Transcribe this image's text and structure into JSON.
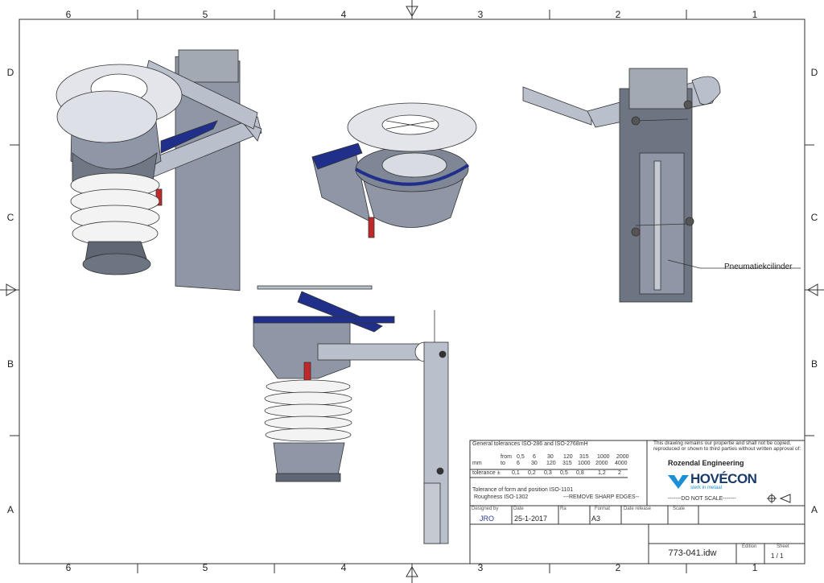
{
  "border": {
    "columns": [
      "6",
      "5",
      "4",
      "3",
      "2",
      "1"
    ],
    "rows": [
      "D",
      "C",
      "B",
      "A"
    ]
  },
  "callout": {
    "label": "Pneumatiekcilinder"
  },
  "tolerances": {
    "title": "General  tolerances ISO-286 and ISO-2768mH",
    "unit_label": "mm",
    "from_label": "from",
    "to_label": "to",
    "from": [
      "0,5",
      "6",
      "30",
      "120",
      "315",
      "1000",
      "2000"
    ],
    "to": [
      "6",
      "30",
      "120",
      "315",
      "1000",
      "2000",
      "4000"
    ],
    "tolerance_label": "tolerance ±",
    "tolerance": [
      "0,1",
      "0,2",
      "0,3",
      "0,5",
      "0,8",
      "1,2",
      "2"
    ],
    "form_position": "Tolerance of form and position ISO-1101",
    "roughness": "Roughness ISO-1302",
    "sharp_edges": "---REMOVE SHARP EDGES--"
  },
  "ownership": {
    "notice": "This drawing remains our propertie and shall not be copied, reproduced or shown to third parties without written approval of:",
    "company": "Rozendal Engineering",
    "logo_text": "HOVÉCON",
    "logo_tagline": "sterk in metaal",
    "do_not_scale": "-------DO NOT SCALE-------"
  },
  "info": {
    "designed_by_label": "Designed by",
    "designed_by": "JRO",
    "date_label": "Date",
    "date": "25-1-2017",
    "ra_label": "Ra",
    "format_label": "Format",
    "format": "A3",
    "date_release_label": "Date release",
    "scale_label": "Scale",
    "filename": "773-041.idw",
    "edition_label": "Edition",
    "sheet_label": "Sheet",
    "sheet": "1  /  1"
  },
  "colors": {
    "metal": "#b9c0cc",
    "blue": "#1f2f8a",
    "handle": "#c0282a",
    "logo_blue": "#1d8fd6",
    "logo_dark": "#1a3a6a"
  }
}
